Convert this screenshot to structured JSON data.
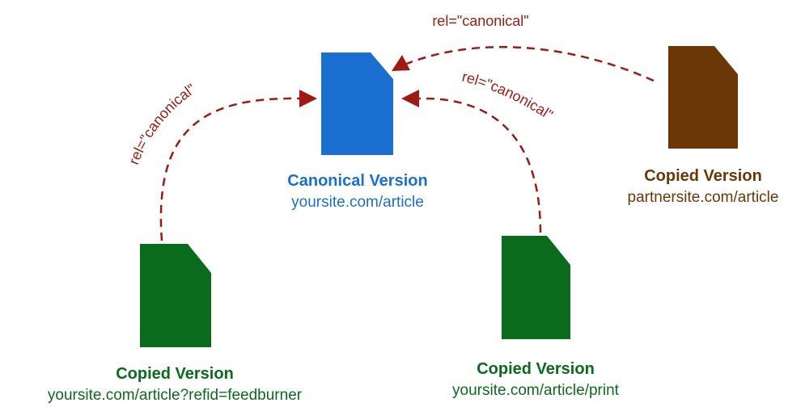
{
  "colors": {
    "canonical": "#1b6fd1",
    "copied_green": "#0a6b1c",
    "copied_brown": "#6b3707",
    "arrow": "#9e1a12"
  },
  "icons": {
    "canonical_doc": "document-icon",
    "copy_feedburner_doc": "document-icon",
    "copy_print_doc": "document-icon",
    "copy_partner_doc": "document-icon"
  },
  "canonical": {
    "title": "Canonical Version",
    "url": "yoursite.com/article"
  },
  "copies": {
    "feedburner": {
      "title": "Copied Version",
      "url": "yoursite.com/article?refid=feedburner"
    },
    "print": {
      "title": "Copied Version",
      "url": "yoursite.com/article/print"
    },
    "partner": {
      "title": "Copied Version",
      "url": "partnersite.com/article"
    }
  },
  "arrows": {
    "feedburner_label": "rel=\"canonical\"",
    "print_label": "rel=\"canonical\"",
    "partner_label": "rel=\"canonical\""
  }
}
